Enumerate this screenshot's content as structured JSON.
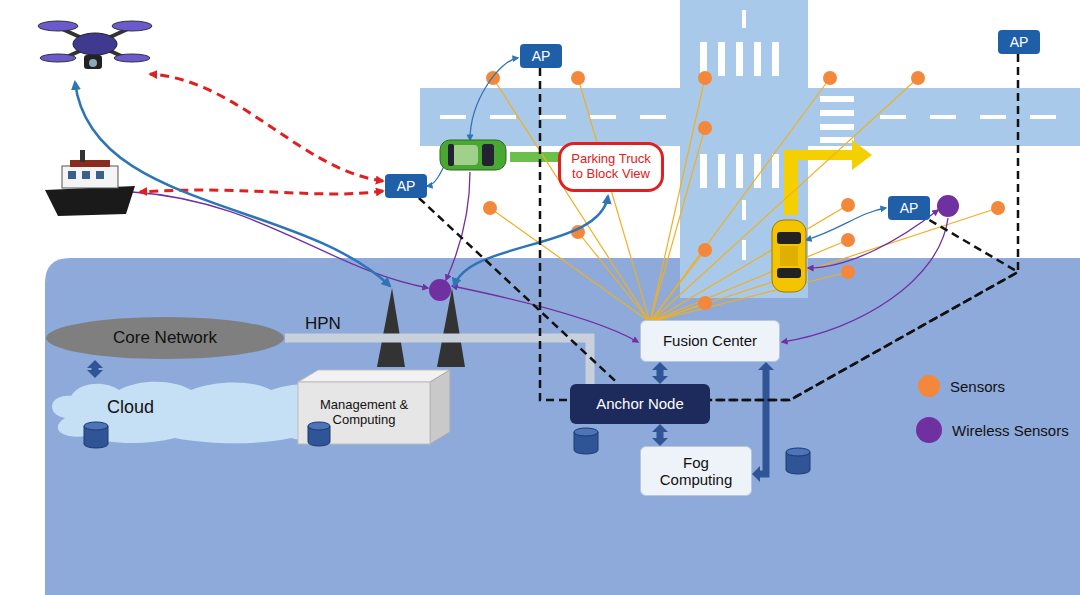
{
  "diagram": {
    "nodes": [
      {
        "text": [
          "AP"
        ]
      },
      {
        "text": [
          "AP"
        ]
      },
      {
        "text": [
          "AP"
        ]
      },
      {
        "text": [
          "Parking Truck to Block View"
        ]
      },
      {
        "text": [
          "AP"
        ]
      },
      {
        "text": [
          "Core Network"
        ]
      },
      {
        "text": [
          "Fusion Center"
        ]
      },
      {
        "text": [
          "Anchor Node"
        ]
      },
      {
        "text": [
          "Cloud"
        ]
      },
      {
        "text": [
          "Management & Computing"
        ]
      },
      {
        "text": [
          "Fog Computing"
        ]
      }
    ],
    "edges": [
      {
        "from": 6,
        "to": 7,
        "arrow": "both"
      },
      {
        "from": 7,
        "to": 10,
        "arrow": "both"
      },
      {
        "from": 6,
        "to": 10,
        "arrow": "both"
      },
      {
        "from": 5,
        "to": 8,
        "arrow": "both"
      },
      {
        "from": 5,
        "to": 7,
        "arrow": "none"
      },
      {
        "from": 0,
        "to": 7,
        "arrow": "none"
      },
      {
        "from": 1,
        "to": 7,
        "arrow": "none"
      },
      {
        "from": 2,
        "to": 7,
        "arrow": "none"
      },
      {
        "from": 4,
        "to": 7,
        "arrow": "none"
      }
    ],
    "labels": [
      "HPN"
    ],
    "legend": [
      {
        "text": "Sensors",
        "color": "#f4883a"
      },
      {
        "text": "Wireless Sensors",
        "color": "#7030a0"
      }
    ]
  }
}
